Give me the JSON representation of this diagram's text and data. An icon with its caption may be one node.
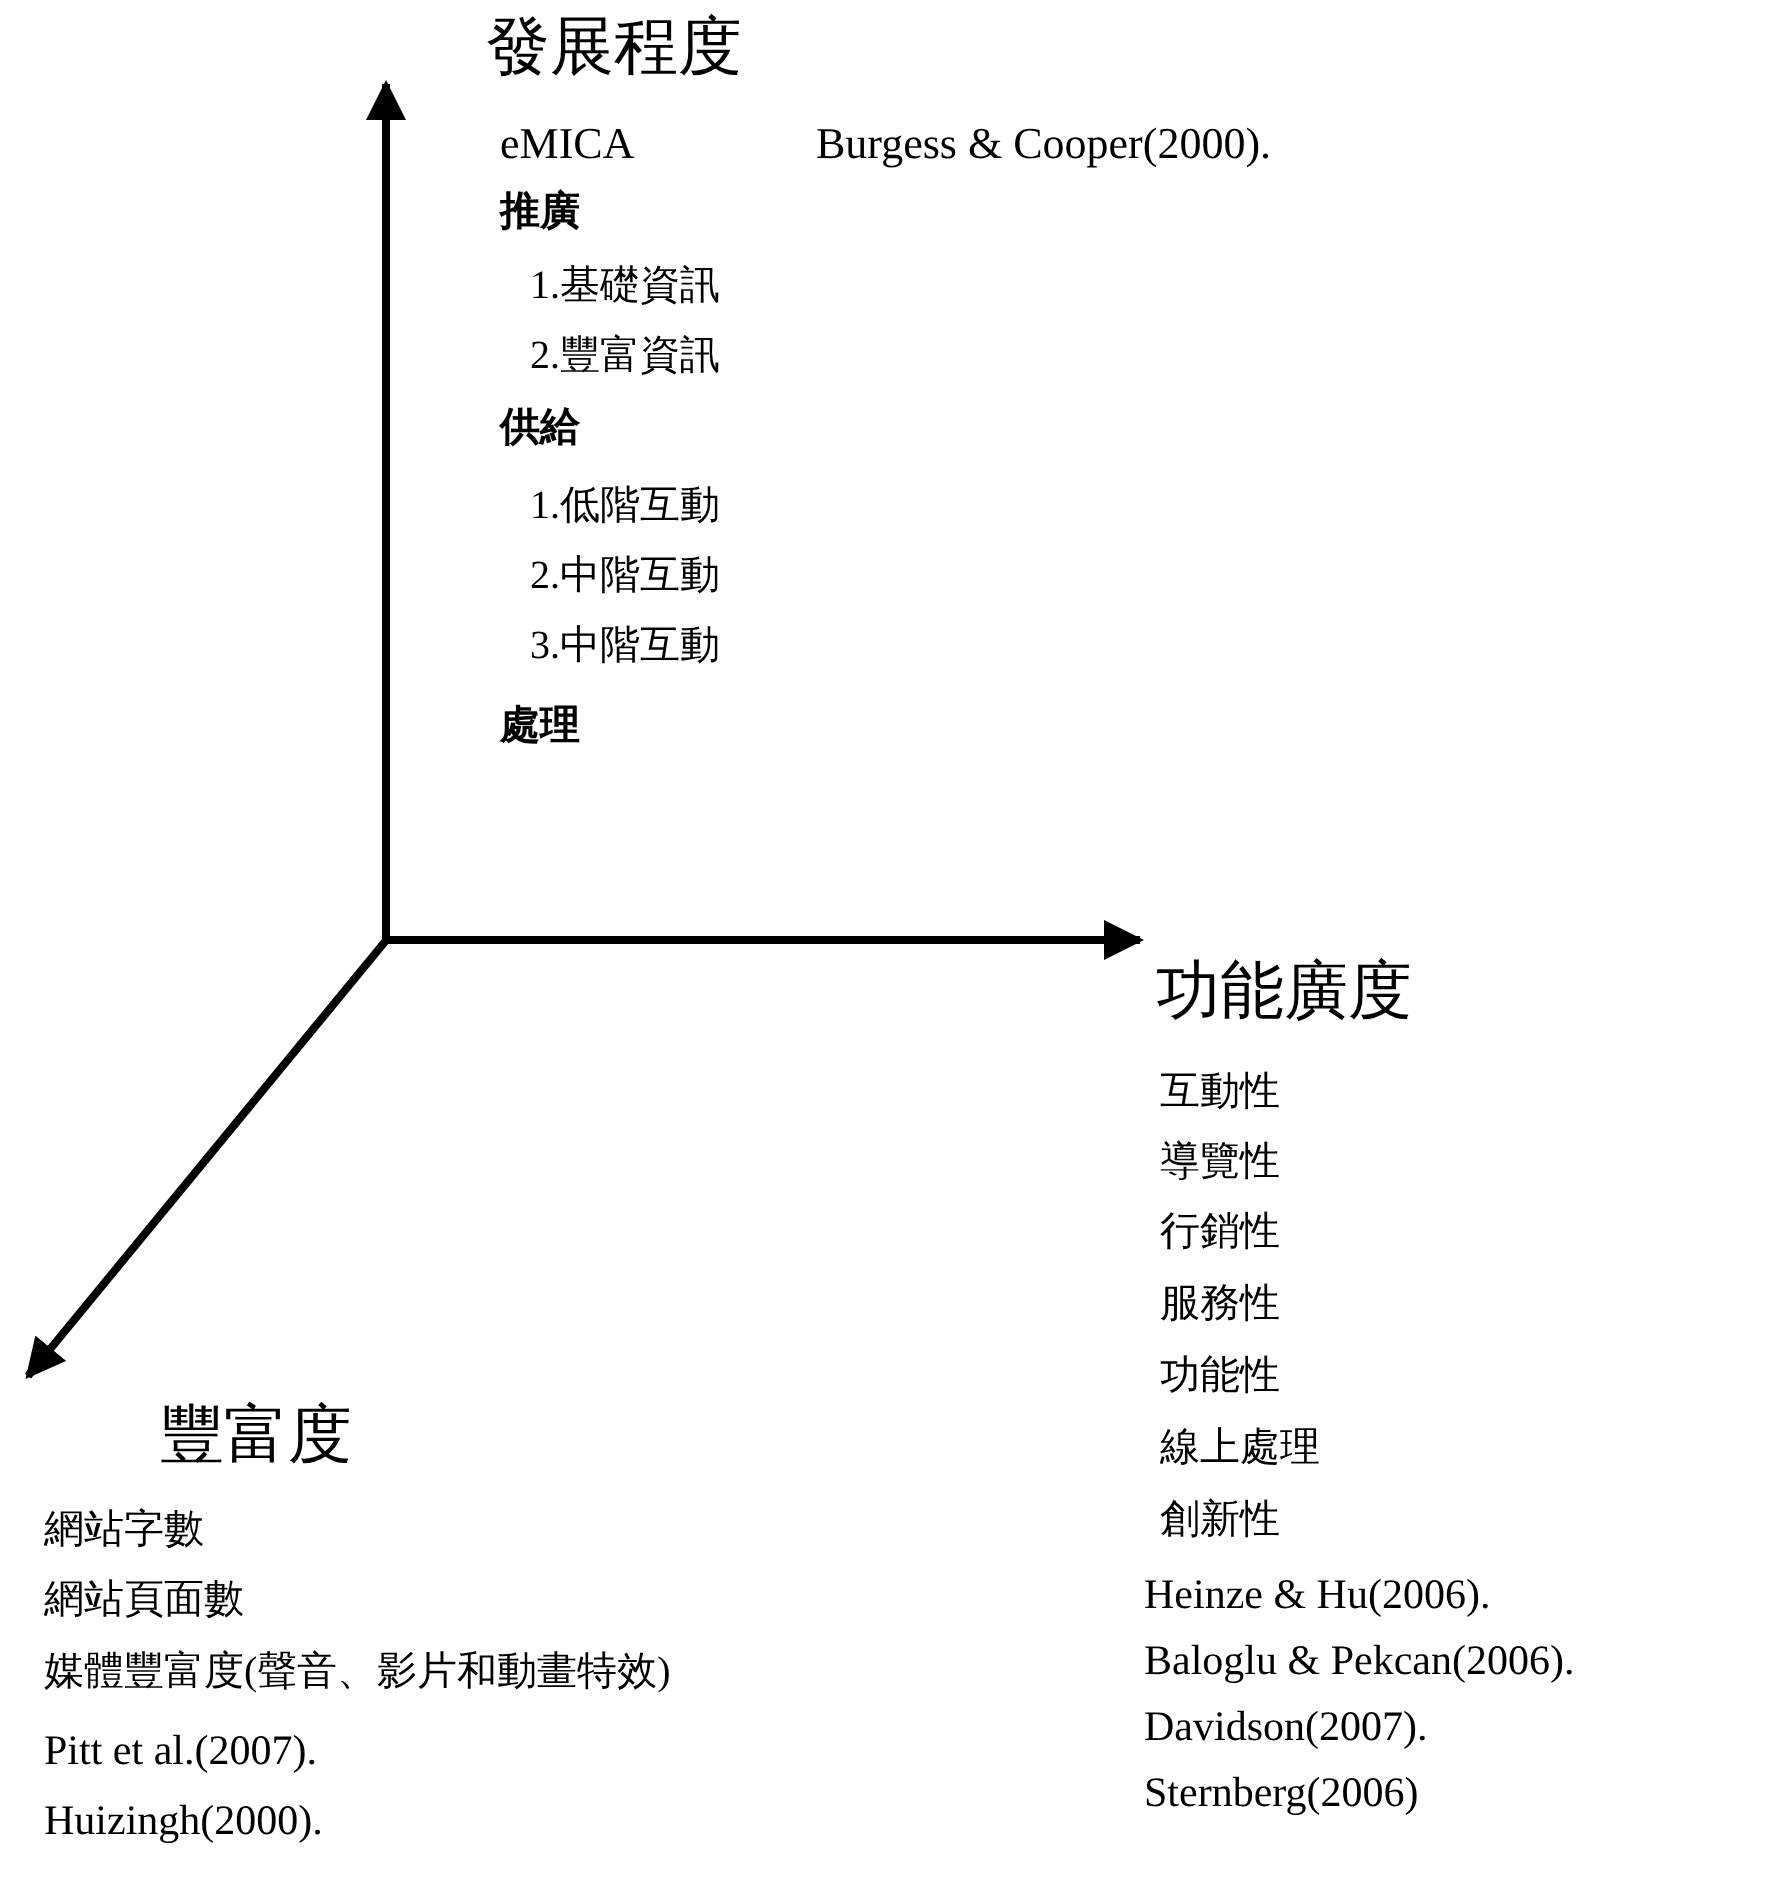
{
  "diagram": {
    "labels": [
      "發展程度",
      "eMICA",
      "Burgess & Cooper(2000).",
      "推廣",
      "1.基礎資訊",
      "2.豐富資訊",
      "供給",
      "1.低階互動",
      "2.中階互動",
      "3.中階互動",
      "處理",
      "功能廣度",
      "互動性",
      "導覽性",
      "行銷性",
      "服務性",
      "功能性",
      "線上處理",
      "創新性",
      "Heinze & Hu(2006).",
      "Baloglu & Pekcan(2006).",
      "Davidson(2007).",
      "Sternberg(2006)",
      "豐富度",
      "網站字數",
      "網站頁面數",
      "媒體豐富度(聲音、影片和動畫特效)",
      "Pitt et al.(2007).",
      "Huizingh(2000)."
    ]
  }
}
